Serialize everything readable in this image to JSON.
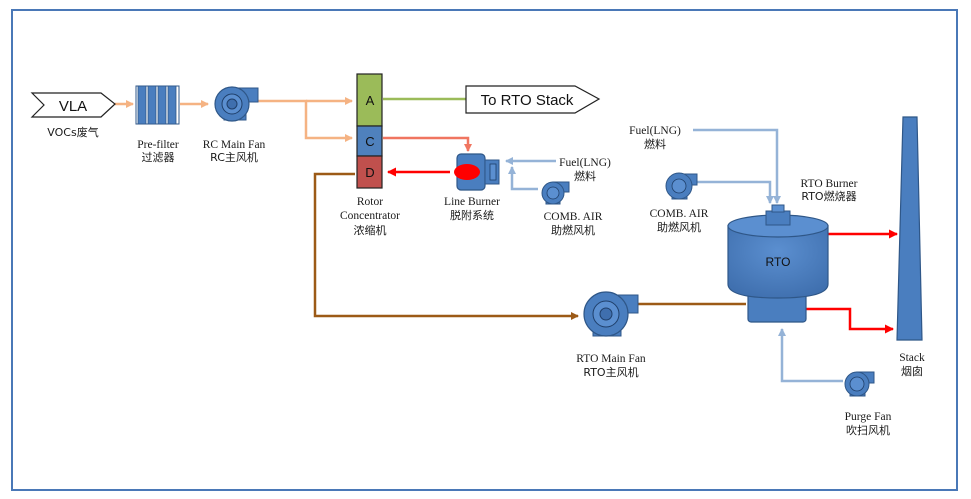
{
  "source": {
    "name": "VLA",
    "label": "VOCs废气"
  },
  "prefilter": {
    "line1": "Pre-filter",
    "line2": "过滤器"
  },
  "rc_main_fan": {
    "line1": "RC Main Fan",
    "line2": "RC主风机"
  },
  "rotor": {
    "sections": [
      "A",
      "C",
      "D"
    ],
    "line1": "Rotor",
    "line2": "Concentrator",
    "line3": "浓缩机"
  },
  "to_rto_stack": "To RTO Stack",
  "line_burner": {
    "line1": "Line Burner",
    "line2": "脱附系统"
  },
  "fuel_1": {
    "line1": "Fuel(LNG)",
    "line2": "燃料"
  },
  "comb_air_1": {
    "line1": "COMB. AIR",
    "line2": "助燃风机"
  },
  "fuel_2": {
    "line1": "Fuel(LNG)",
    "line2": "燃料"
  },
  "comb_air_2": {
    "line1": "COMB. AIR",
    "line2": "助燃风机"
  },
  "rto_burner": {
    "line1": "RTO Burner",
    "line2": "RTO燃烧器"
  },
  "rto": "RTO",
  "rto_main_fan": {
    "line1": "RTO Main Fan",
    "line2": "RTO主风机"
  },
  "stack": {
    "line1": "Stack",
    "line2": "烟囱"
  },
  "purge_fan": {
    "line1": "Purge Fan",
    "line2": "吹扫风机"
  },
  "colors": {
    "blue_fill": "#4a7ebf",
    "blue_stroke": "#2f5788",
    "orange_line": "#f5b383",
    "green_line": "#9bbb59",
    "salmon_line": "#f07560",
    "red_line": "#ff0000",
    "brown_line": "#9c5a17",
    "lightblue_line": "#95b3d7",
    "section_a": "#9bbb59",
    "section_c": "#4f81bd",
    "section_d": "#c0504d"
  }
}
